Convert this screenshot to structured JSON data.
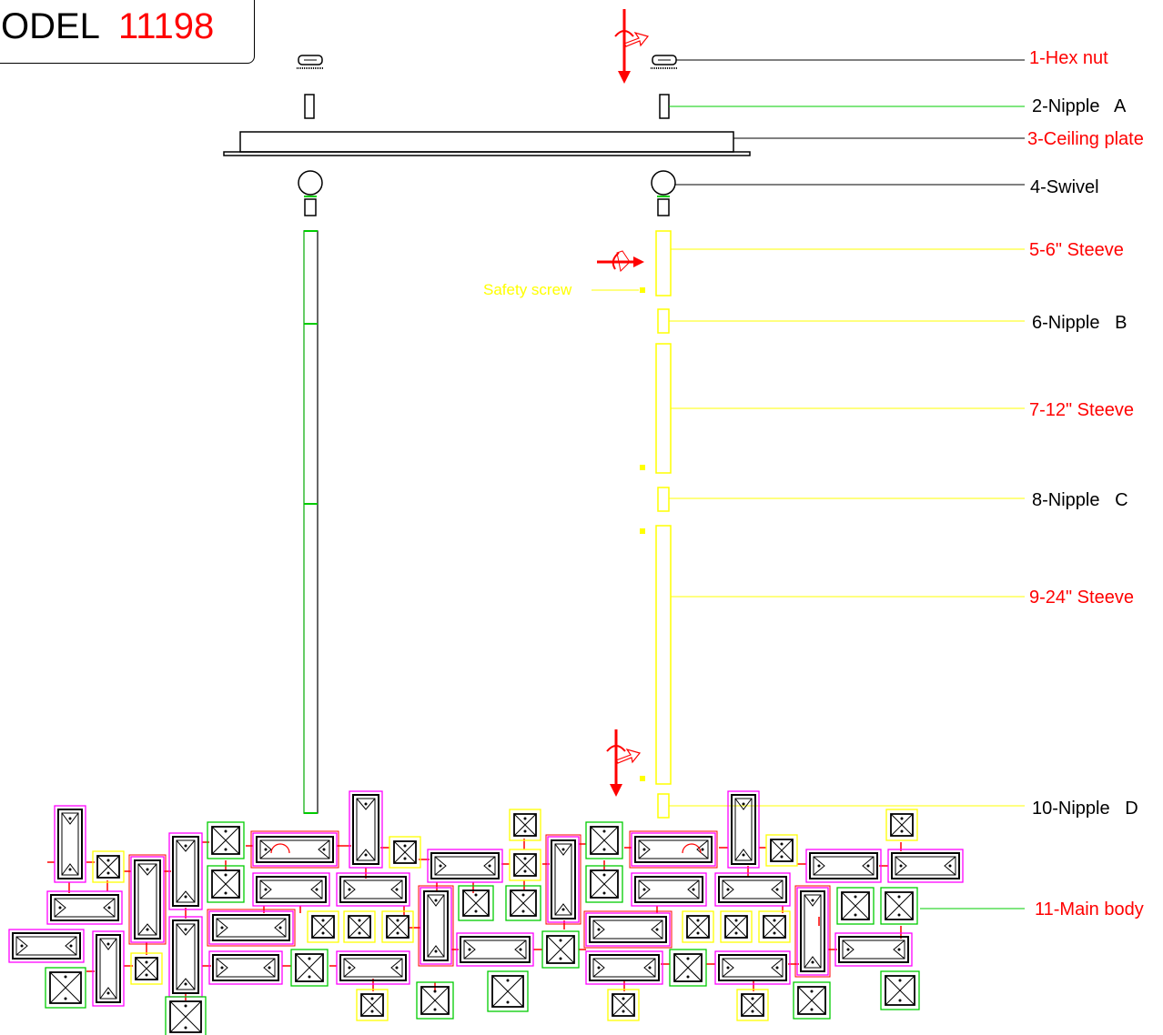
{
  "model": {
    "prefix": "ODEL",
    "number": "11198"
  },
  "labels": {
    "hex_nut": "1-Hex nut",
    "nipple_a": "2-Nipple   A",
    "ceiling_plate": "3-Ceiling plate",
    "swivel": "4-Swivel",
    "steeve_6": "5-6\" Steeve",
    "nipple_b": "6-Nipple   B",
    "steeve_12": "7-12\" Steeve",
    "nipple_c": "8-Nipple   C",
    "steeve_24": "9-24\" Steeve",
    "nipple_d": "10-Nipple   D",
    "main_body": "11-Main body",
    "safety_screw": "Safety screw"
  },
  "colors": {
    "red": "#ff0000",
    "yellow": "#ffff00",
    "green": "#00cc00",
    "magenta": "#ff00ff",
    "black": "#000000"
  }
}
